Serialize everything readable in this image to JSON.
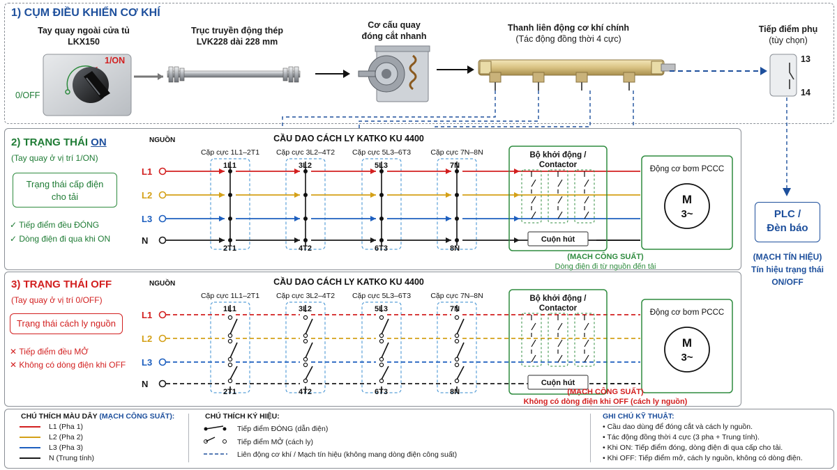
{
  "section1": {
    "title": "1) CỤM ĐIỀU KHIỂN CƠ KHÍ",
    "handle": {
      "title_line1": "Tay quay ngoài cửa tủ",
      "title_line2": "LKX150",
      "on": "1/ON",
      "off": "0/OFF"
    },
    "shaft": {
      "title_line1": "Trục truyền động thép",
      "title_line2": "LVK228 dài 228 mm"
    },
    "mech": {
      "title_line1": "Cơ cấu quay",
      "title_line2": "đóng cắt nhanh"
    },
    "link": {
      "title_line1": "Thanh liên động cơ khí chính",
      "title_line2": "(Tác động đồng thời 4 cực)"
    },
    "aux": {
      "title_line1": "Tiếp điểm phụ",
      "title_line2": "(tùy chọn)",
      "t13": "13",
      "t14": "14"
    }
  },
  "plc": {
    "line1": "PLC /",
    "line2": "Đèn báo",
    "sub1": "(MẠCH TÍN HIỆU)",
    "sub2": "Tín hiệu trạng thái",
    "sub3": "ON/OFF"
  },
  "section2": {
    "title_prefix": "2) TRẠNG THÁI ",
    "title_state": "ON",
    "subtitle": "(Tay quay ở vị trí 1/ON)",
    "state_box_line1": "Trạng thái cấp điện",
    "state_box_line2": "cho tải",
    "note1": "Tiếp điểm đều ĐÓNG",
    "note2": "Dòng điện đi qua khi ON",
    "circuit_note1": "(MẠCH CÔNG SUẤT)",
    "circuit_note2": "Dòng điện đi từ nguồn đến tải"
  },
  "section3": {
    "title": "3) TRẠNG THÁI OFF",
    "subtitle": "(Tay quay ở vị trí 0/OFF)",
    "state_box": "Trạng thái cách ly nguồn",
    "note1": "Tiếp điểm đều MỞ",
    "note2": "Không có dòng điện khi OFF",
    "circuit_note1": "(MẠCH CÔNG SUẤT)",
    "circuit_note2": "Không có dòng điện khi OFF (cách ly nguồn)"
  },
  "circuit": {
    "source": "NGUỒN",
    "title": "CẦU DAO CÁCH LY KATKO KU 4400",
    "poles": [
      {
        "label": "Cặp cực 1L1–2T1",
        "top": "1L1",
        "bottom": "2T1"
      },
      {
        "label": "Cặp cực 3L2–4T2",
        "top": "3L2",
        "bottom": "4T2"
      },
      {
        "label": "Cặp cực 5L3–6T3",
        "top": "5L3",
        "bottom": "6T3"
      },
      {
        "label": "Cặp cực 7N–8N",
        "top": "7N",
        "bottom": "8N"
      }
    ],
    "lines": [
      "L1",
      "L2",
      "L3",
      "N"
    ],
    "starter_line1": "Bộ khởi động /",
    "starter_line2": "Contactor",
    "coil": "Cuộn hút",
    "motor_title": "Động cơ bơm PCCC",
    "motor_m": "M",
    "motor_phase": "3~"
  },
  "legend": {
    "colors_title": "CHÚ THÍCH MÀU DÂY",
    "colors_title_suffix": "(MẠCH CÔNG SUẤT):",
    "colors": [
      {
        "label": "L1 (Pha 1)",
        "color": "#d21f1f"
      },
      {
        "label": "L2 (Pha 2)",
        "color": "#d4a017"
      },
      {
        "label": "L3 (Pha 3)",
        "color": "#1d5fbf"
      },
      {
        "label": "N (Trung tính)",
        "color": "#1a1a1a"
      }
    ],
    "symbols_title": "CHÚ THÍCH KÝ HIỆU:",
    "symbols": [
      "Tiếp điểm ĐÓNG (dẫn điện)",
      "Tiếp điểm MỞ (cách ly)",
      "Liên động cơ khí / Mạch tín hiệu (không mang dòng điện công suất)"
    ],
    "tech_title": "GHI CHÚ KỸ THUẬT:",
    "tech": [
      "Cầu dao dùng để đóng cắt và cách ly nguồn.",
      "Tác động đồng thời 4 cực (3 pha + Trung tính).",
      "Khi ON: Tiếp điểm đóng, dòng điện đi qua cấp cho tải.",
      "Khi OFF: Tiếp điểm mở, cách ly nguồn, không có dòng điện."
    ]
  },
  "colors": {
    "l1": "#d21f1f",
    "l2": "#d4a017",
    "l3": "#1d5fbf",
    "n": "#1a1a1a",
    "accent_blue": "#1d4f9c",
    "green": "#2e8b3e"
  }
}
